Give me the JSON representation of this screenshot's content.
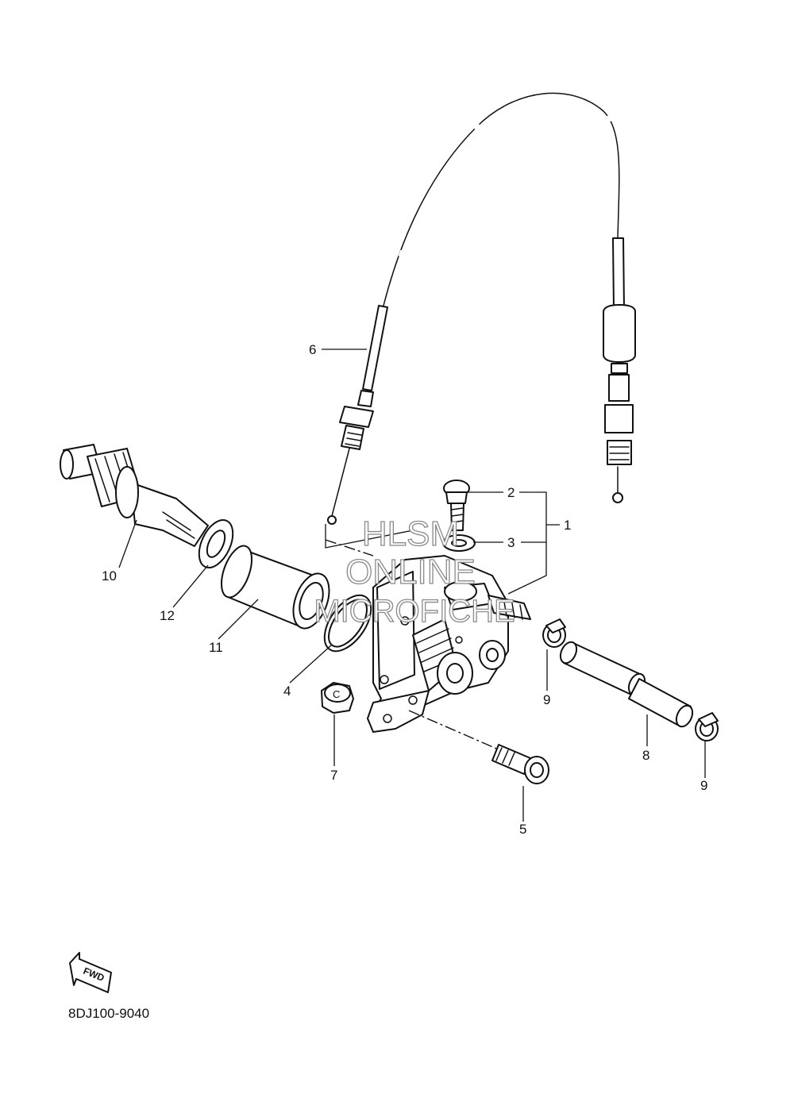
{
  "callouts": [
    {
      "id": "1",
      "label": "1"
    },
    {
      "id": "2",
      "label": "2"
    },
    {
      "id": "3",
      "label": "3"
    },
    {
      "id": "4",
      "label": "4"
    },
    {
      "id": "5",
      "label": "5"
    },
    {
      "id": "6",
      "label": "6"
    },
    {
      "id": "7",
      "label": "7"
    },
    {
      "id": "8",
      "label": "8"
    },
    {
      "id": "9a",
      "label": "9"
    },
    {
      "id": "9b",
      "label": "9"
    },
    {
      "id": "10",
      "label": "10"
    },
    {
      "id": "11",
      "label": "11"
    },
    {
      "id": "12",
      "label": "12"
    }
  ],
  "watermark": {
    "line1": "HLSM",
    "line2": "ONLINE",
    "line3": "MICROFICHE"
  },
  "fwd_label": "FWD",
  "washer_mark": "C",
  "diagram_code": "8DJ100-9040"
}
